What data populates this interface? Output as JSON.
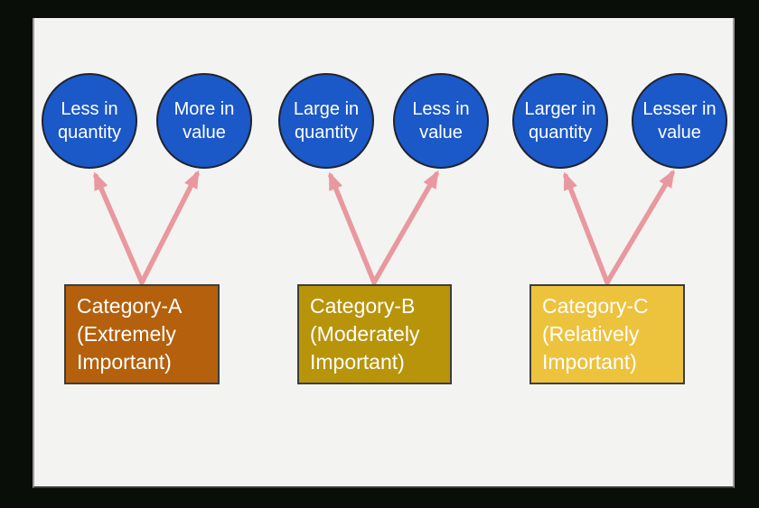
{
  "palette": {
    "background": "#0a0e08",
    "panel": "#f3f3f1",
    "node_fill": "#1b58c8",
    "node_text": "#ffffff",
    "arrow": "#e8989e",
    "category_a_fill": "#b4600c",
    "category_b_fill": "#b8940a",
    "category_c_fill": "#edc23d"
  },
  "nodes": [
    {
      "id": "less-in-quantity",
      "label": "Less in\nquantity"
    },
    {
      "id": "more-in-value",
      "label": "More in\nvalue"
    },
    {
      "id": "large-in-quantity",
      "label": "Large in\nquantity"
    },
    {
      "id": "less-in-value",
      "label": "Less in\nvalue"
    },
    {
      "id": "larger-in-quantity",
      "label": "Larger in\nquantity"
    },
    {
      "id": "lesser-in-value",
      "label": "Lesser in\nvalue"
    }
  ],
  "categories": [
    {
      "id": "category-a",
      "label": "Category-A\n(Extremely\nImportant)",
      "fill": "#b4600c"
    },
    {
      "id": "category-b",
      "label": "Category-B\n(Moderately\nImportant)",
      "fill": "#b8940a"
    },
    {
      "id": "category-c",
      "label": "Category-C\n(Relatively\nImportant)",
      "fill": "#edc23d"
    }
  ],
  "connections": [
    {
      "from": "Category-A",
      "to": "Less in quantity"
    },
    {
      "from": "Category-A",
      "to": "More in value"
    },
    {
      "from": "Category-B",
      "to": "Large in quantity"
    },
    {
      "from": "Category-B",
      "to": "Less in value"
    },
    {
      "from": "Category-C",
      "to": "Larger in quantity"
    },
    {
      "from": "Category-C",
      "to": "Lesser in value"
    }
  ]
}
